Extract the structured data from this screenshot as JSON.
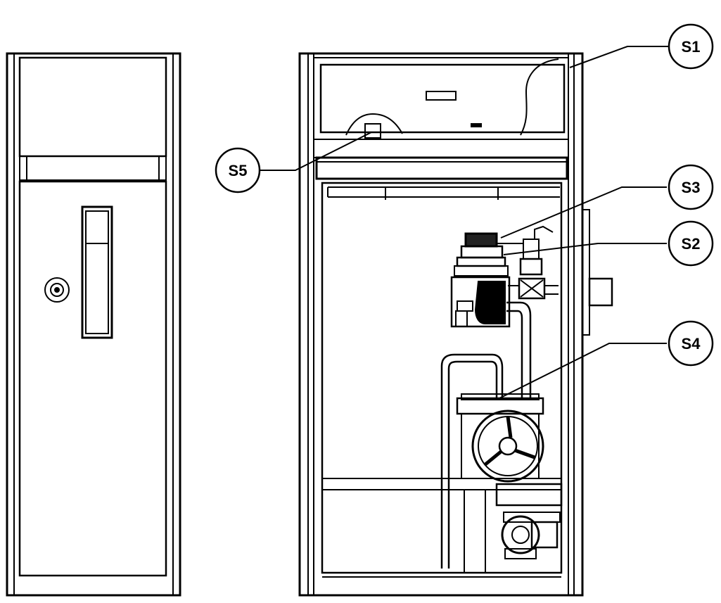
{
  "diagram": {
    "callouts": {
      "s1": "S1",
      "s2": "S2",
      "s3": "S3",
      "s4": "S4",
      "s5": "S5"
    },
    "colors": {
      "stroke": "#000000",
      "background": "#ffffff"
    }
  }
}
